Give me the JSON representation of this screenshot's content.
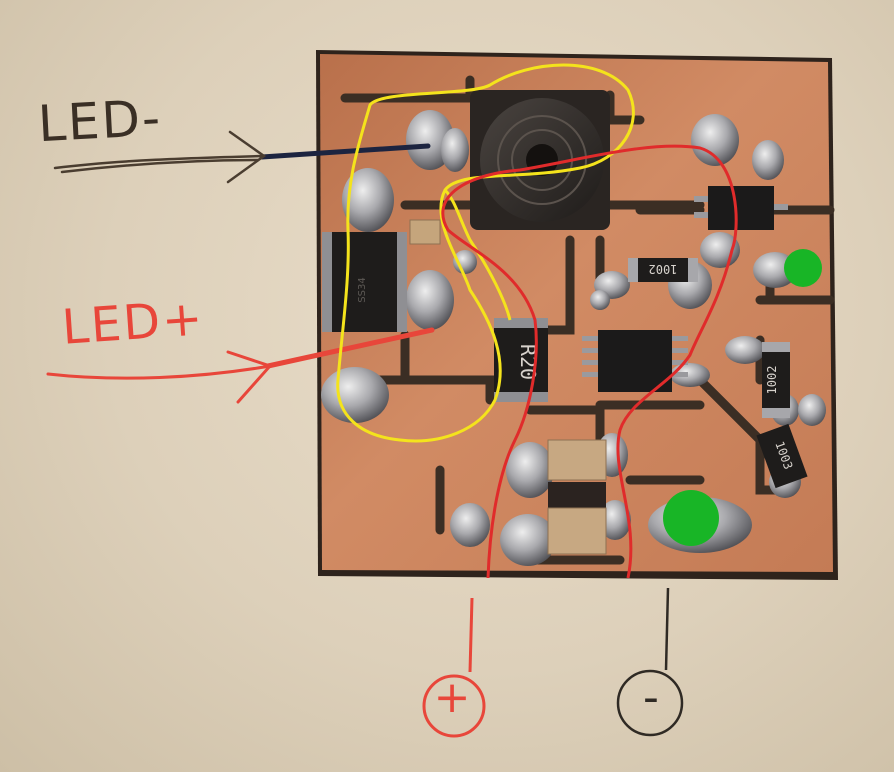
{
  "annotations": {
    "led_minus": "LED-",
    "led_plus": "LED+",
    "supply_plus": "+",
    "supply_minus": "-"
  },
  "markings": {
    "resistor_main": "R20",
    "resistor_a": "1002",
    "resistor_b": "1002",
    "resistor_c": "1003"
  },
  "colors": {
    "background": "#e2d5c0",
    "copper": "#c9825c",
    "board_edge": "#3b2a20",
    "highlight_yellow": "#f4e31c",
    "highlight_red": "#e02b2b",
    "dot_green": "#18b526",
    "wire_blue": "#1c2440",
    "pen_black": "#3a2f25",
    "pen_red": "#e8463a"
  }
}
